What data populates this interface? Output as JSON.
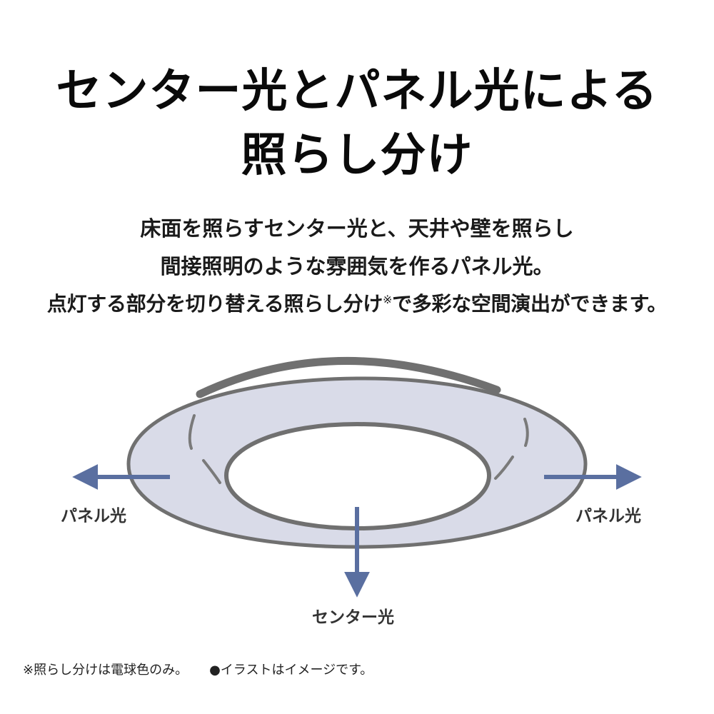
{
  "heading": {
    "line1": "センター光とパネル光による",
    "line2": "照らし分け"
  },
  "description": {
    "line1": "床面を照らすセンター光と、天井や壁を照らし",
    "line2": "間接照明のような雰囲気を作るパネル光。",
    "line3_before": "点灯する部分を切り替える照らし分け",
    "line3_mark": "※",
    "line3_after": "で多彩な空間演出ができます。"
  },
  "diagram": {
    "label_panel_left": "パネル光",
    "label_panel_right": "パネル光",
    "label_center": "センター光",
    "colors": {
      "ring_fill": "#d9dbe8",
      "ring_stroke": "#707070",
      "arrow": "#5a6fa0"
    }
  },
  "footnotes": {
    "note1": "※照らし分けは電球色のみ。",
    "note2": "●イラストはイメージです。"
  }
}
